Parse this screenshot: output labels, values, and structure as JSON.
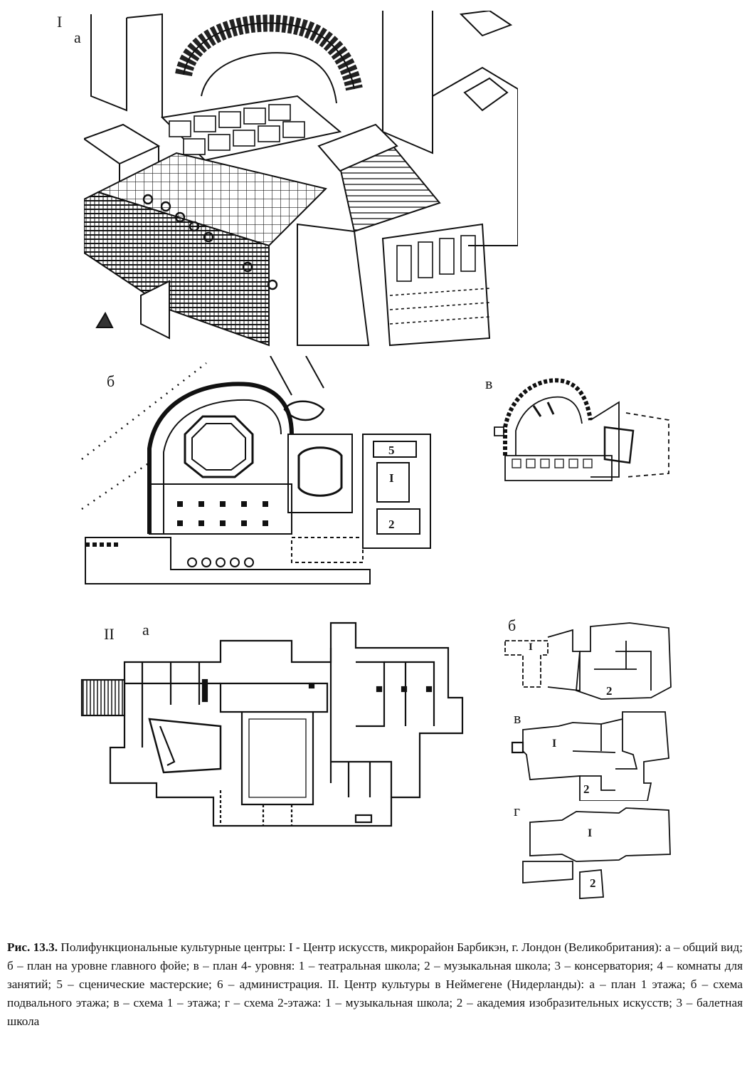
{
  "labels": {
    "part1": "I",
    "p1_a": "а",
    "p1_b": "б",
    "p1_v": "в",
    "part2": "II",
    "p2_a": "а",
    "p2_b": "б",
    "p2_v": "в",
    "p2_g": "г"
  },
  "plan_numbers": {
    "p1b_5": "5",
    "p1b_1": "I",
    "p1b_2": "2",
    "p2b_1": "I",
    "p2b_2": "2",
    "p2v_1": "I",
    "p2v_2": "2",
    "p2g_1": "I",
    "p2g_2": "2"
  },
  "caption": {
    "figure_number": "Рис. 13.3.",
    "text": " Полифункциональные культурные центры: I - Центр искусств, микрорайон Барбикэн, г. Лондон (Великобритания): а – общий вид; б – план на уровне главного фойе; в – план 4- уровня: 1 – театральная школа; 2 – музыкальная школа; 3 – консерватория; 4 – комнаты для занятий; 5 – сценические мастерские; 6 – администрация. II. Центр культуры в Неймегене (Нидерланды): а – план 1 этажа; б – схема подвального этажа; в – схема 1 – этажа; г – схема 2-этажа: 1 – музыкальная школа; 2 – академия изобразительных искусств; 3 – балетная школа"
  }
}
